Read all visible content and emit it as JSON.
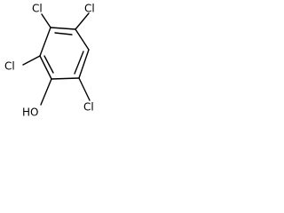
{
  "molecule": {
    "atoms": {
      "cl_top_left": "Cl",
      "cl_top_right": "Cl",
      "cl_mid_left": "Cl",
      "cl_right": "Cl",
      "hydroxyl": "HO"
    }
  }
}
